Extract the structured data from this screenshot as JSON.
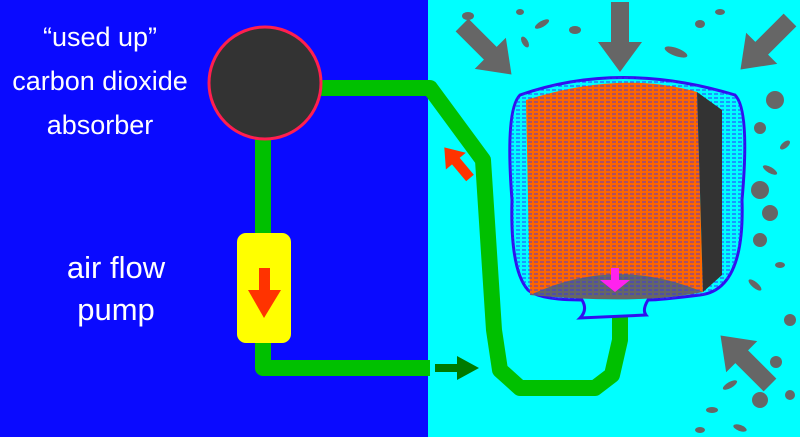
{
  "labels": {
    "absorber_line1": "“used up”",
    "absorber_line2": "carbon dioxide",
    "absorber_line3": "absorber",
    "pump_line1": "air flow",
    "pump_line2": "pump"
  },
  "colors": {
    "left_bg": "#0a0aff",
    "right_bg": "#00ffff",
    "pipe": "#00c000",
    "absorber_fill": "#333333",
    "absorber_stroke": "#ff1f4f",
    "pump": "#ffff00",
    "flow_arrow": "#ff3300",
    "pressure_arrow": "#666666",
    "canister": "#ff6600"
  }
}
